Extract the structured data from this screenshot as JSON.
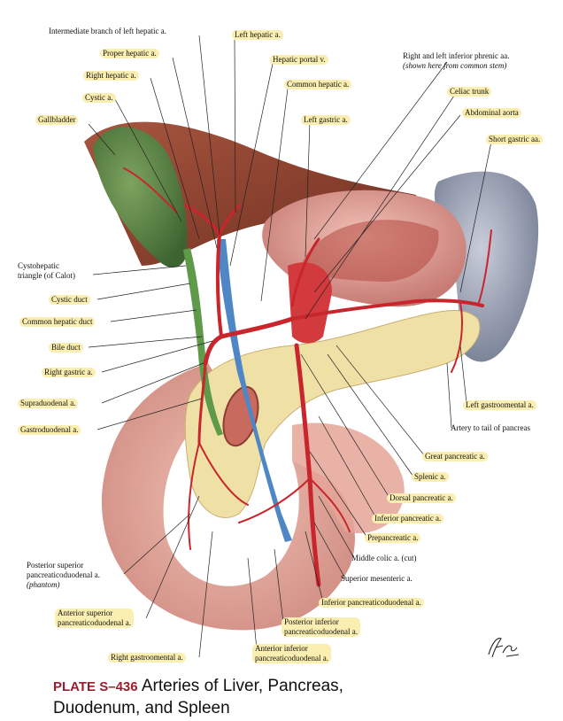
{
  "labels": {
    "intermediate": "Intermediate branch of left hepatic a.",
    "left_hepatic": "Left hepatic a.",
    "proper_hepatic": "Proper hepatic a.",
    "hepatic_portal": "Hepatic portal v.",
    "right_hepatic": "Right hepatic a.",
    "common_hepatic": "Common hepatic a.",
    "cystic_a": "Cystic a.",
    "gallbladder": "Gallbladder",
    "left_gastric": "Left gastric a.",
    "phrenic_1": "Right and left inferior phrenic aa.",
    "phrenic_2": "(shown here from common stem)",
    "celiac": "Celiac trunk",
    "aorta": "Abdominal aorta",
    "short_gastric": "Short gastric aa.",
    "calot_1": "Cystohepatic",
    "calot_2": "triangle (of Calot)",
    "cystic_duct": "Cystic duct",
    "common_hepatic_duct": "Common hepatic duct",
    "bile_duct": "Bile duct",
    "right_gastric": "Right gastric a.",
    "supraduodenal": "Supraduodenal a.",
    "gastroduodenal": "Gastroduodenal a.",
    "left_gastroomental": "Left gastroomental a.",
    "artery_tail": "Artery to tail of pancreas",
    "great_pancreatic": "Great pancreatic a.",
    "splenic": "Splenic a.",
    "dorsal_pancreatic": "Dorsal pancreatic a.",
    "inferior_pancreatic": "Inferior pancreatic a.",
    "prepancreatic": "Prepancreatic a.",
    "middle_colic": "Middle colic a. (cut)",
    "superior_mesenteric": "Superior mesenteric a.",
    "inf_pd": "Inferior pancreaticoduodenal a.",
    "post_sup_1": "Posterior superior",
    "post_sup_2": "pancreaticoduodenal a.",
    "post_sup_3": "(phantom)",
    "ant_sup_1": "Anterior superior",
    "ant_sup_2": "pancreaticoduodenal a.",
    "post_inf_1": "Posterior inferior",
    "post_inf_2": "pancreaticoduodenal a.",
    "ant_inf_1": "Anterior inferior",
    "ant_inf_2": "pancreaticoduodenal a.",
    "right_gastroomental": "Right gastroomental a."
  },
  "caption": {
    "plate": "PLATE S–436",
    "title_line1": "Arteries of Liver, Pancreas,",
    "title_line2": "Duodenum, and Spleen"
  },
  "signature": "F. Netter",
  "colors": {
    "highlight": "#fbeeb1",
    "artery": "#c8262c",
    "vein": "#4f86c6",
    "pancreas": "#efe0a6",
    "gallbladder": "#4e7a3c",
    "spleen": "#8f98ad",
    "plate_accent": "#9b1c2a"
  }
}
